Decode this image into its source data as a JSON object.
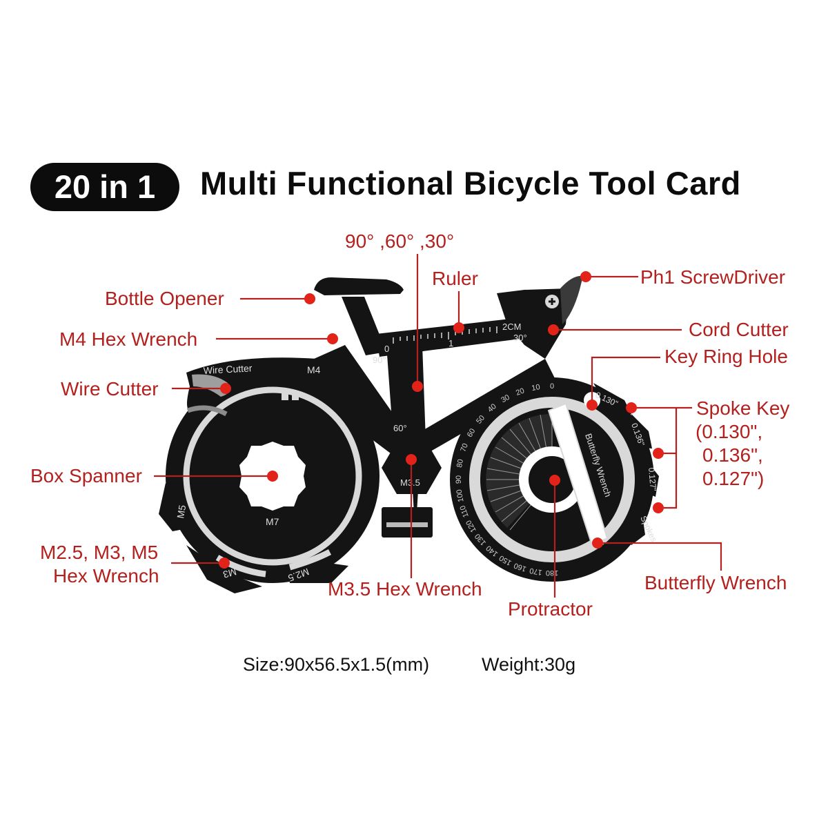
{
  "header": {
    "badge": "20 in 1",
    "title": "Multi Functional Bicycle Tool Card"
  },
  "colors": {
    "label": "#b3201d",
    "marker": "#e2231a",
    "card": "#141414",
    "badge_bg": "#0c0c0c"
  },
  "labels": {
    "angles": "90° ,60° ,30°",
    "ruler": "Ruler",
    "ph1_screwdriver": "Ph1 ScrewDriver",
    "bottle_opener": "Bottle Opener",
    "cord_cutter": "Cord Cutter",
    "m4_hex_wrench": "M4 Hex Wrench",
    "key_ring_hole": "Key Ring Hole",
    "wire_cutter": "Wire Cutter",
    "spoke_key": "Spoke Key",
    "spoke_key_sizes": [
      "(0.130\",",
      "0.136\",",
      "0.127\")"
    ],
    "box_spanner": "Box Spanner",
    "m25_m3_m5_line1": "M2.5, M3, M5",
    "m25_m3_m5_line2": "Hex Wrench",
    "m35_hex_wrench": "M3.5 Hex Wrench",
    "protractor": "Protractor",
    "butterfly_wrench": "Butterfly Wrench"
  },
  "tool_engravings": {
    "wire_cutter": "Wire Cutter",
    "m4": "M4",
    "m5": "M5",
    "m7": "M7",
    "m3": "M3",
    "m2_5": "M2.5",
    "m3_5": "M3.5",
    "angle_90": "90°",
    "angle_60": "60°",
    "angle_30": "30°",
    "ruler_0": "0",
    "ruler_1": "1",
    "ruler_2cm": "2CM",
    "spoke_0130": "0.130\"",
    "spoke_0136": "0.136\"",
    "spoke_0127": "0.127\"",
    "spokes": "Spokes",
    "butterfly_wrench": "Butterfly Wrench",
    "protractor_scale": [
      "0",
      "10",
      "20",
      "30",
      "40",
      "50",
      "60",
      "70",
      "80",
      "90",
      "100",
      "110",
      "120",
      "130",
      "140",
      "150",
      "160",
      "170",
      "180"
    ]
  },
  "specs": {
    "size": "Size:90x56.5x1.5(mm)",
    "weight": "Weight:30g"
  }
}
